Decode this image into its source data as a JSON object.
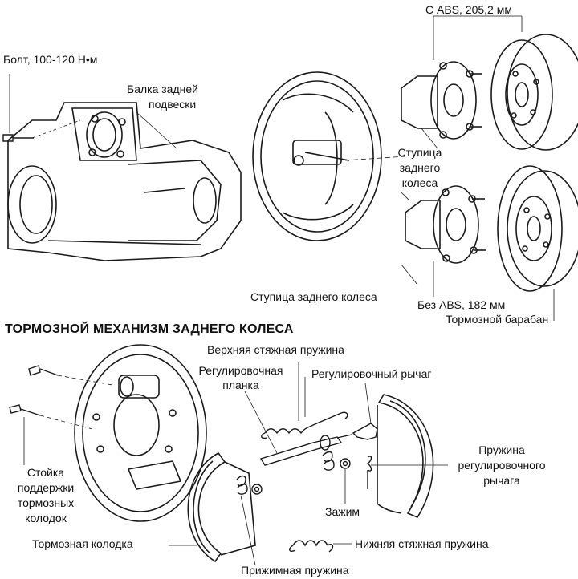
{
  "top": {
    "bolt": "Болт, 100-120 Н•м",
    "beam": [
      "Балка задней",
      "подвески"
    ],
    "with_abs": "С ABS, 205,2 мм",
    "hub_right": [
      "Ступица",
      "заднего",
      "колеса"
    ],
    "hub_bottom": "Ступица заднего колеса",
    "without_abs": "Без ABS, 182 мм",
    "drum": "Тормозной барабан"
  },
  "bottom": {
    "heading": "ТОРМОЗНОЙ МЕХАНИЗМ ЗАДНЕГО КОЛЕСА",
    "upper_spring": "Верхняя стяжная пружина",
    "adjuster_strut": [
      "Регулировочная",
      "планка"
    ],
    "adjuster_lever": "Регулировочный рычаг",
    "lever_spring": [
      "Пружина",
      "регулировочного",
      "рычага"
    ],
    "shoe_pin": [
      "Стойка",
      "поддержки",
      "тормозных",
      "колодок"
    ],
    "clip": "Зажим",
    "shoe": "Тормозная колодка",
    "lower_spring": "Нижняя стяжная пружина",
    "hold_spring": "Прижимная пружина"
  },
  "colors": {
    "line": "#1a1a1a",
    "background": "#ffffff"
  }
}
